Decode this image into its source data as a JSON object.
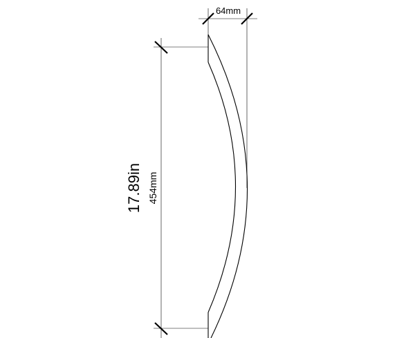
{
  "dimensions": {
    "width_mm": "64mm",
    "length_in": "17.89in",
    "length_mm": "454mm"
  }
}
